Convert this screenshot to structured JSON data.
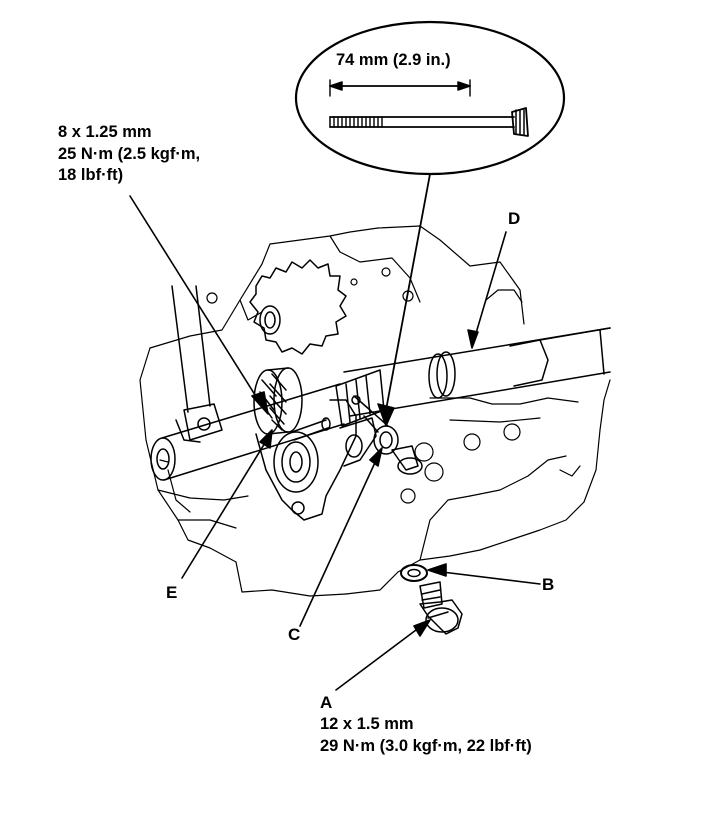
{
  "callouts": {
    "bolt_length": "74 mm (2.9 in.)",
    "e_bolt": {
      "size": "8 x 1.25 mm",
      "torque_line1": "25 N·m (2.5 kgf·m,",
      "torque_line2": "18 lbf·ft)"
    },
    "a_bolt": {
      "letter": "A",
      "size": "12 x 1.5 mm",
      "torque": "29 N·m (3.0 kgf·m, 22 lbf·ft)"
    }
  },
  "part_labels": {
    "b": "B",
    "c": "C",
    "d": "D",
    "e": "E"
  },
  "colors": {
    "line": "#000000",
    "background": "#ffffff"
  }
}
